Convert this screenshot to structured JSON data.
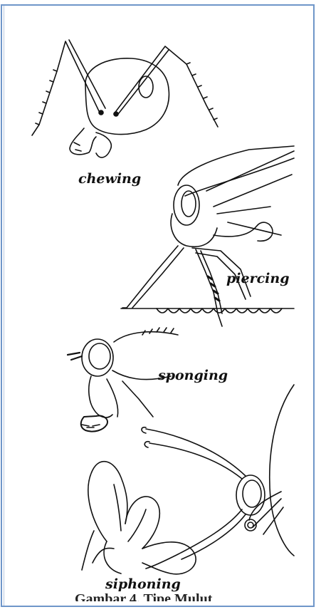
{
  "panel": {
    "labels": {
      "chewing": "chewing",
      "piercing": "piercing",
      "sponging": "sponging",
      "siphoning": "siphoning"
    },
    "caption": "Gambar 4. Tipe Mulut"
  },
  "colors": {
    "frame_border": "#6f96c9",
    "ink": "#111111",
    "background": "#ffffff"
  }
}
